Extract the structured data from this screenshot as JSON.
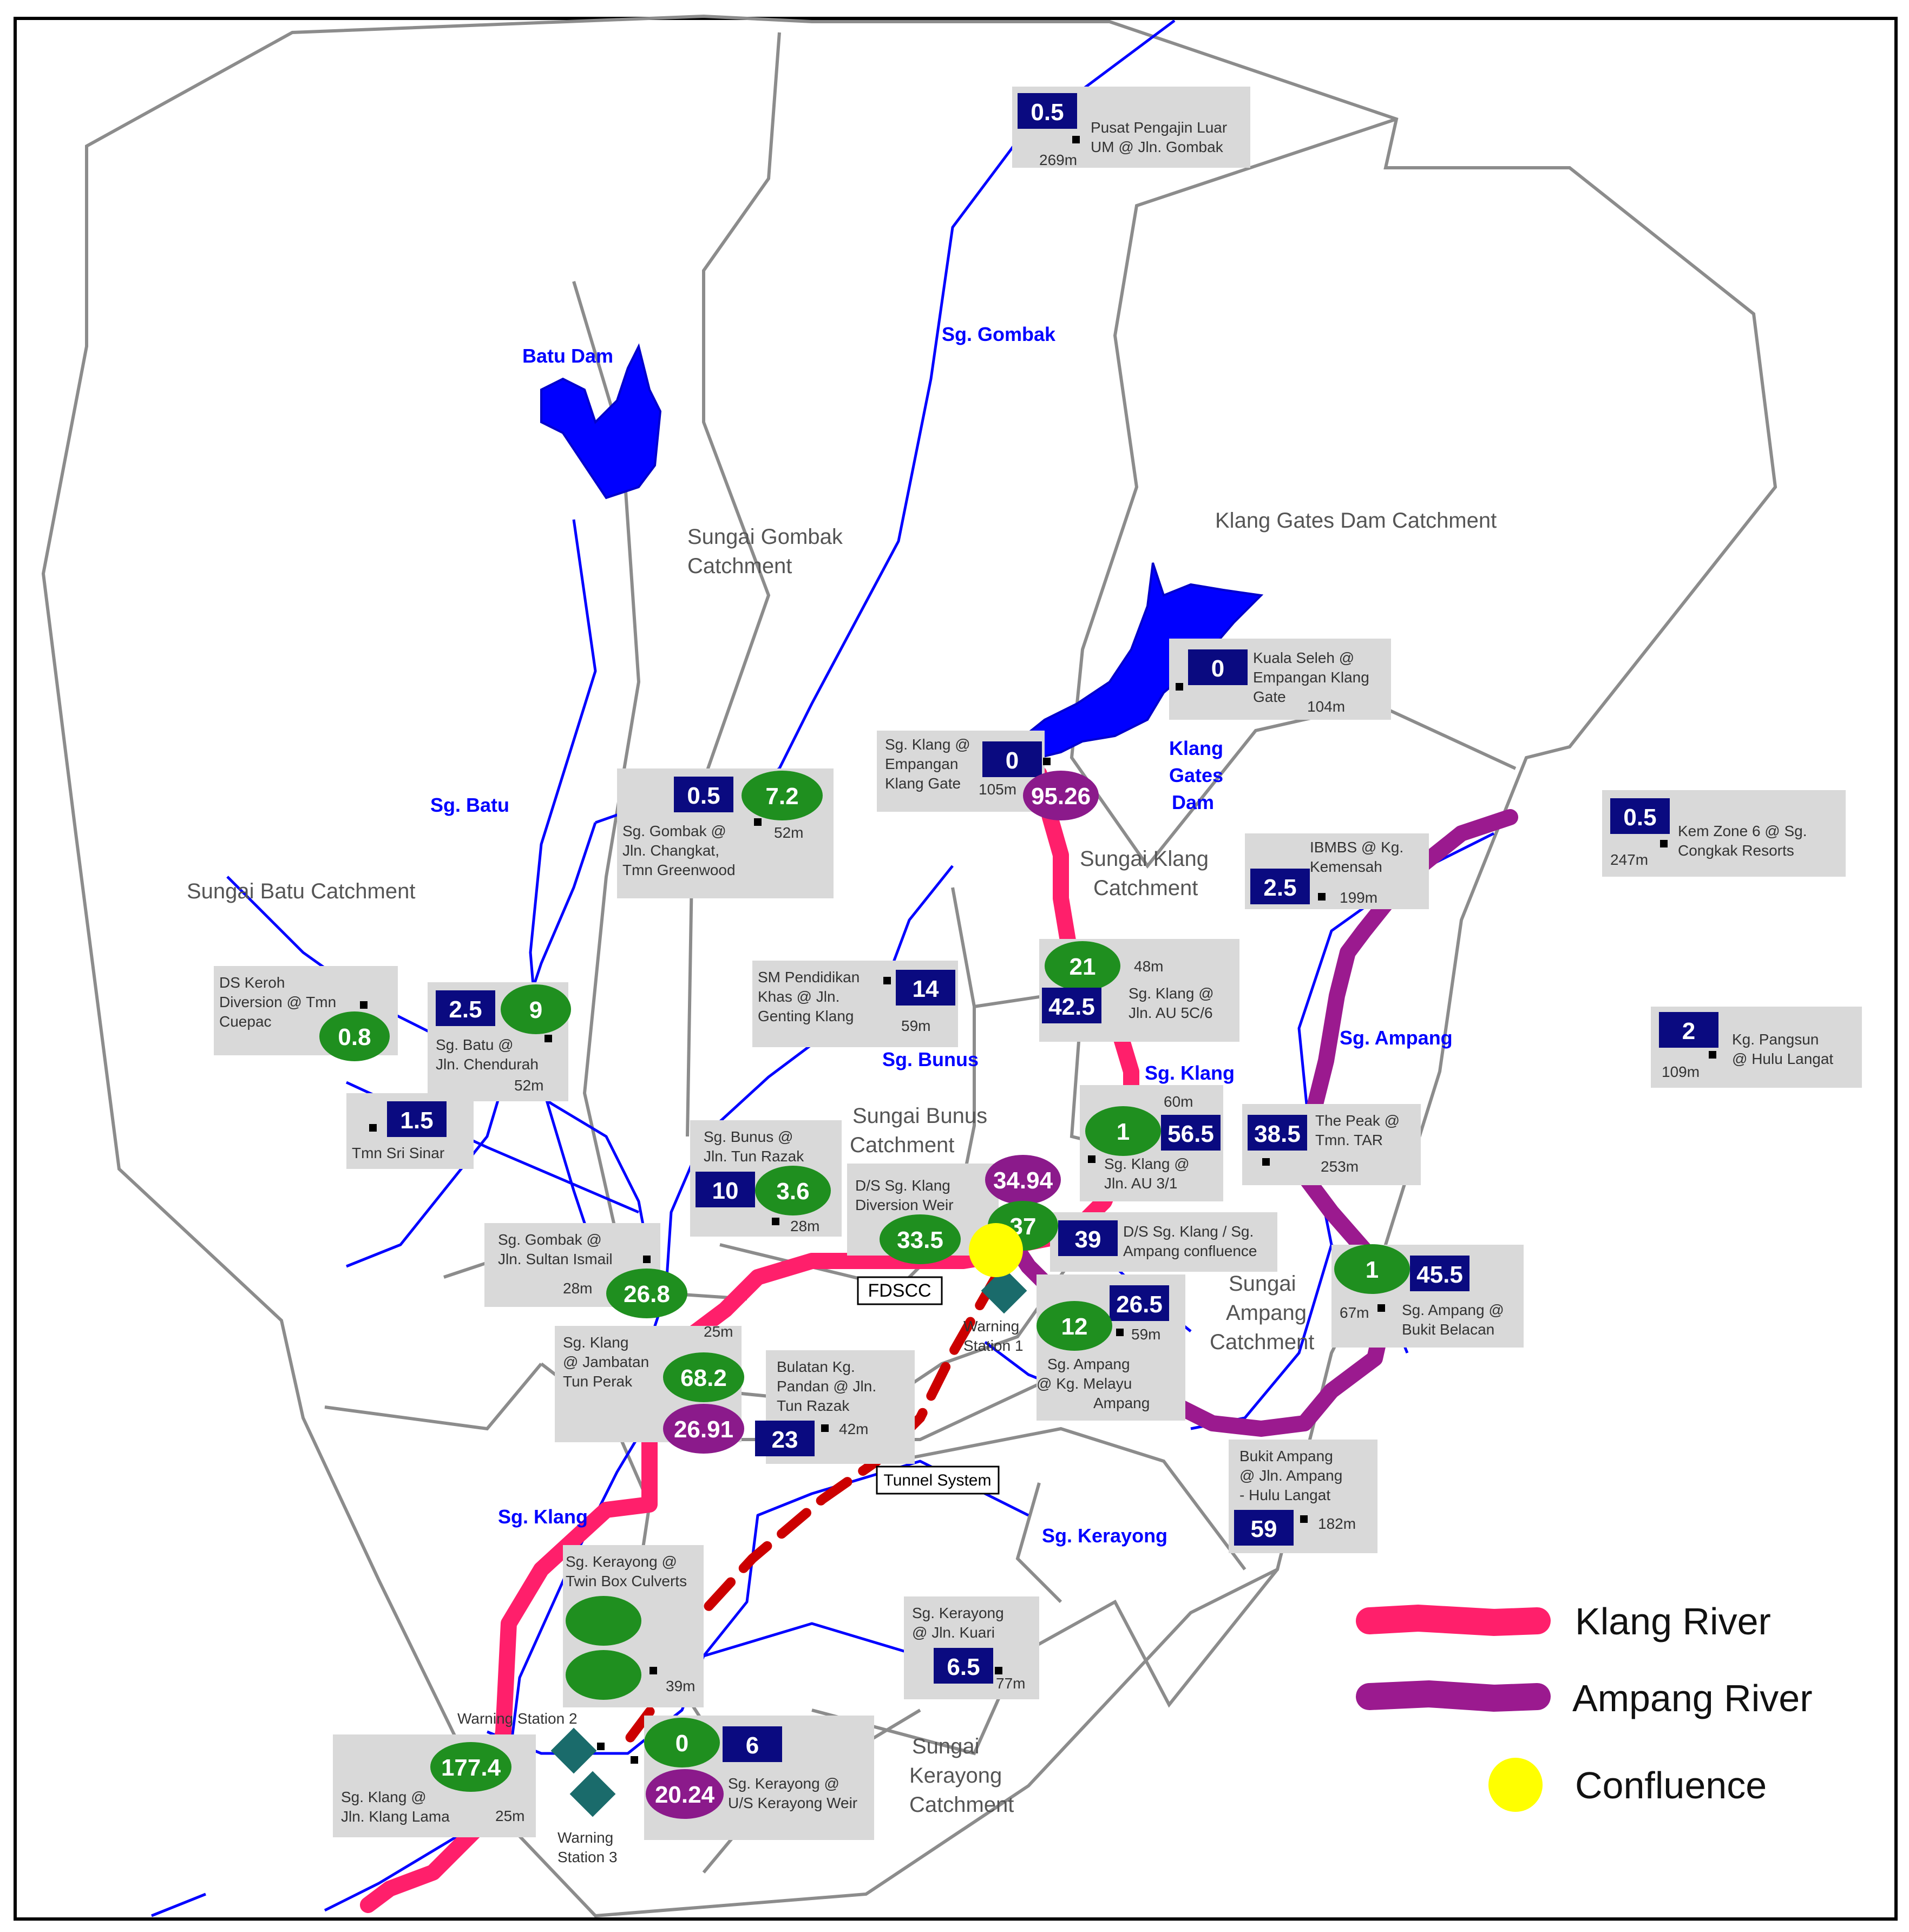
{
  "catchments": [
    {
      "id": "sungai-batu",
      "lines": [
        "Sungai Batu Catchment"
      ]
    },
    {
      "id": "sungai-gombak",
      "lines": [
        "Sungai Gombak",
        "Catchment"
      ]
    },
    {
      "id": "klang-gates-dam",
      "lines": [
        "Klang Gates Dam Catchment"
      ]
    },
    {
      "id": "sungai-klang",
      "lines": [
        "Sungai Klang",
        "Catchment"
      ]
    },
    {
      "id": "sungai-bunus",
      "lines": [
        "Sungai Bunus",
        "Catchment"
      ]
    },
    {
      "id": "sungai-ampang",
      "lines": [
        "Sungai",
        "Ampang",
        "Catchment"
      ]
    },
    {
      "id": "sungai-kerayong",
      "lines": [
        "Sungai",
        "Kerayong",
        "Catchment"
      ]
    }
  ],
  "river_names": [
    {
      "id": "batu-dam",
      "text": "Batu Dam"
    },
    {
      "id": "sg-gombak",
      "text": "Sg. Gombak"
    },
    {
      "id": "sg-batu",
      "text": "Sg. Batu"
    },
    {
      "id": "klang-gates-dam",
      "lines": [
        "Klang",
        "Gates",
        "Dam"
      ]
    },
    {
      "id": "sg-bunus",
      "text": "Sg. Bunus"
    },
    {
      "id": "sg-klang-east",
      "text": "Sg. Klang"
    },
    {
      "id": "sg-ampang",
      "text": "Sg. Ampang"
    },
    {
      "id": "sg-klang-west",
      "text": "Sg. Klang"
    },
    {
      "id": "sg-kerayong",
      "text": "Sg. Kerayong"
    }
  ],
  "stations": [
    {
      "id": "pusat-pengajian",
      "lines": [
        "Pusat Pengajin Luar",
        "UM @ Jln. Gombak"
      ],
      "elev": "269m",
      "rain": "0.5"
    },
    {
      "id": "kuala-seleh",
      "lines": [
        "Kuala Seleh @",
        "Empangan Klang",
        "Gate"
      ],
      "elev": "104m",
      "rain": "0"
    },
    {
      "id": "sg-klang-empangan",
      "lines": [
        "Sg. Klang @",
        "Empangan",
        "Klang Gate"
      ],
      "elev": "105m",
      "rain": "0",
      "water": "95.26"
    },
    {
      "id": "sg-gombak-changkat",
      "lines": [
        "Sg. Gombak @",
        "Jln. Changkat,",
        "Tmn Greenwood"
      ],
      "elev": "52m",
      "rain": "0.5",
      "flow": "7.2"
    },
    {
      "id": "kem-zone-6",
      "lines": [
        "Kem Zone 6 @ Sg.",
        "Congkak Resorts"
      ],
      "elev": "247m",
      "rain": "0.5"
    },
    {
      "id": "ibmbs",
      "lines": [
        "IBMBS @ Kg.",
        "Kemensah"
      ],
      "elev": "199m",
      "rain": "2.5"
    },
    {
      "id": "ds-keroh",
      "lines": [
        "DS Keroh",
        "Diversion @ Tmn",
        "Cuepac"
      ],
      "flow": "0.8"
    },
    {
      "id": "sg-batu-chendurah",
      "lines": [
        "Sg. Batu @",
        "Jln. Chendurah"
      ],
      "elev": "52m",
      "rain": "2.5",
      "flow": "9"
    },
    {
      "id": "tmn-sri-sinar",
      "lines": [
        "Tmn Sri Sinar"
      ],
      "rain": "1.5"
    },
    {
      "id": "sm-pendidikan",
      "lines": [
        "SM Pendidikan",
        "Khas @ Jln.",
        "Genting Klang"
      ],
      "elev": "59m",
      "rain": "14"
    },
    {
      "id": "sg-klang-au5",
      "lines": [
        "Sg. Klang @",
        "Jln. AU 5C/6"
      ],
      "elev": "48m",
      "rain": "42.5",
      "flow": "21"
    },
    {
      "id": "kg-pangsun",
      "lines": [
        "Kg. Pangsun",
        "@ Hulu Langat"
      ],
      "elev": "109m",
      "rain": "2"
    },
    {
      "id": "sg-klang-au3",
      "lines": [
        "Sg. Klang @",
        "Jln. AU 3/1"
      ],
      "elev": "60m",
      "rain": "56.5",
      "flow": "1"
    },
    {
      "id": "the-peak",
      "lines": [
        "The Peak @",
        "Tmn. TAR"
      ],
      "elev": "253m",
      "rain": "38.5"
    },
    {
      "id": "sg-bunus-tunrazak",
      "lines": [
        "Sg. Bunus @",
        "Jln. Tun Razak"
      ],
      "elev": "28m",
      "rain": "10",
      "flow": "3.6"
    },
    {
      "id": "ds-diversion-weir",
      "lines": [
        "D/S Sg. Klang",
        "Diversion Weir"
      ],
      "flow": "33.5",
      "water": "34.94"
    },
    {
      "id": "ds-ampang-confluence",
      "lines": [
        "D/S Sg. Klang / Sg.",
        "Ampang confluence"
      ],
      "rain": "39",
      "flow": "37"
    },
    {
      "id": "sg-gombak-sultan",
      "lines": [
        "Sg. Gombak @",
        "Jln. Sultan Ismail"
      ],
      "elev": "28m",
      "flow": "26.8"
    },
    {
      "id": "sg-ampang-belacan",
      "lines": [
        "Sg. Ampang @",
        "Bukit Belacan"
      ],
      "elev": "67m",
      "rain": "45.5",
      "flow": "1"
    },
    {
      "id": "sg-ampang-melayu",
      "lines": [
        "Sg. Ampang",
        "@ Kg. Melayu",
        "Ampang"
      ],
      "elev": "59m",
      "rain": "26.5",
      "flow": "12"
    },
    {
      "id": "sg-klang-jambatan",
      "lines": [
        "Sg. Klang",
        "@ Jambatan",
        "Tun Perak"
      ],
      "elev": "25m",
      "flow": "68.2",
      "water": "26.91"
    },
    {
      "id": "bulatan-pandan",
      "lines": [
        "Bulatan Kg.",
        "Pandan @ Jln.",
        "Tun Razak"
      ],
      "elev": "42m",
      "rain": "23"
    },
    {
      "id": "bukit-ampang",
      "lines": [
        "Bukit Ampang",
        "@ Jln. Ampang",
        "- Hulu Langat"
      ],
      "elev": "182m",
      "rain": "59"
    },
    {
      "id": "sg-kerayong-twinbox",
      "lines": [
        "Sg. Kerayong @",
        "Twin Box Culverts"
      ],
      "elev": "39m"
    },
    {
      "id": "sg-kerayong-kuari",
      "lines": [
        "Sg. Kerayong",
        "@ Jln. Kuari"
      ],
      "elev": "77m",
      "rain": "6.5"
    },
    {
      "id": "sg-kerayong-weir",
      "lines": [
        "Sg. Kerayong @",
        "U/S Kerayong Weir"
      ],
      "rain": "6",
      "flow": "0",
      "water": "20.24"
    },
    {
      "id": "sg-klang-lama",
      "lines": [
        "Sg. Klang @",
        "Jln. Klang Lama"
      ],
      "elev": "25m",
      "flow": "177.4"
    }
  ],
  "markers": {
    "fdscc": "FDSCC",
    "tunnel": "Tunnel System",
    "warning_1": [
      "Warning",
      "Station 1"
    ],
    "warning_2": "Warning Station 2",
    "warning_3": [
      "Warning",
      "Station 3"
    ]
  },
  "legend": [
    {
      "id": "klang-river",
      "label": "Klang River",
      "color": "#ff1f6b"
    },
    {
      "id": "ampang-river",
      "label": "Ampang River",
      "color": "#9b1a8f"
    },
    {
      "id": "confluence",
      "label": "Confluence",
      "color": "#ffff00"
    }
  ],
  "colors": {
    "rain_box": "#0a0a80",
    "flow_ellipse": "#1f8f1f",
    "water_level_ellipse": "#8b1a8b",
    "river_blue": "#0000ff",
    "boundary": "#8c8c8c",
    "warning_station": "#1a6b6b",
    "tunnel": "#cc0000"
  }
}
